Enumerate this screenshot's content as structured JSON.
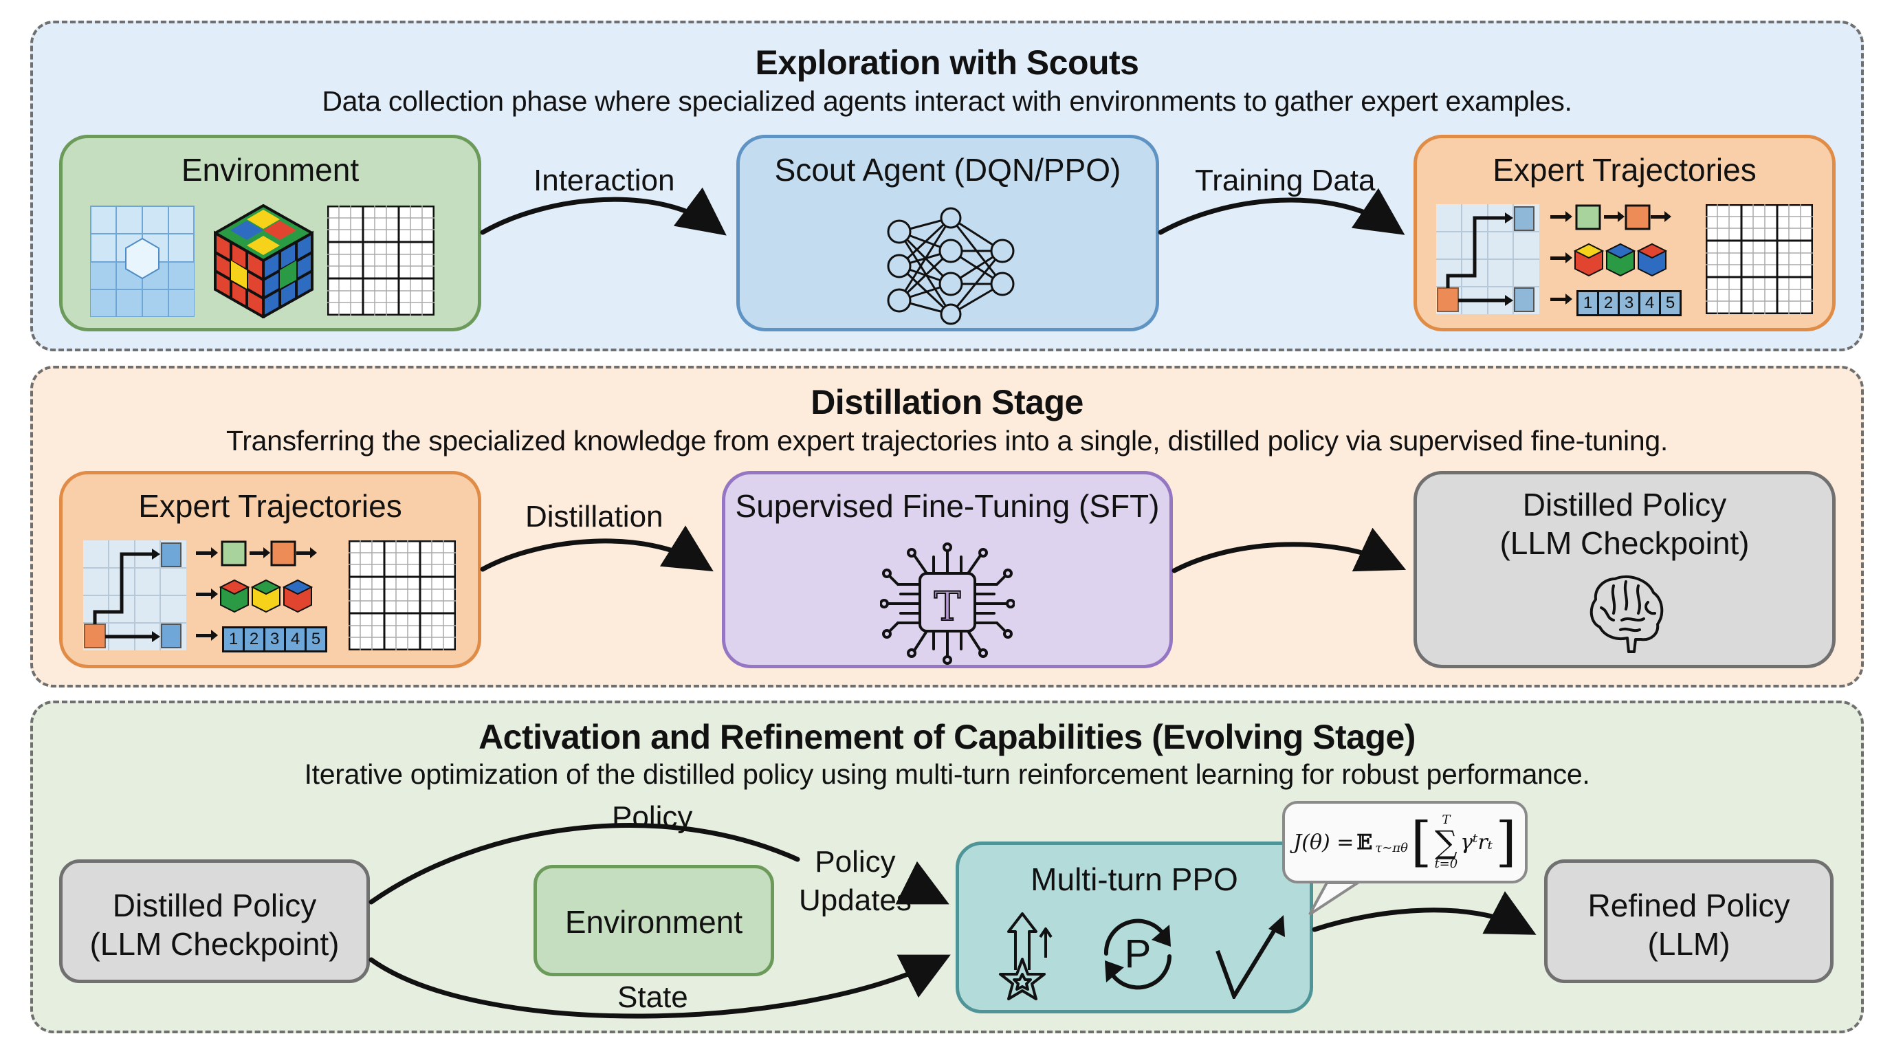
{
  "panels": {
    "exploration": {
      "title": "Exploration with Scouts",
      "subtitle": "Data collection phase where specialized agents interact with environments to gather expert examples.",
      "boxes": {
        "environment": {
          "label": "Environment",
          "icons": [
            "ice-grid-icon",
            "rubiks-cube-icon",
            "sudoku-grid-icon"
          ]
        },
        "scout_agent": {
          "label": "Scout Agent (DQN/PPO)",
          "icon": "neural-network-icon"
        },
        "expert_trajectories": {
          "label": "Expert Trajectories",
          "sequence_numbers": [
            "1",
            "2",
            "3",
            "4",
            "5"
          ]
        }
      },
      "edges": {
        "interaction": "Interaction",
        "training_data": "Training Data"
      }
    },
    "distillation": {
      "title": "Distillation Stage",
      "subtitle": "Transferring the specialized knowledge from expert trajectories into a single, distilled policy via supervised fine-tuning.",
      "boxes": {
        "expert_trajectories": {
          "label": "Expert Trajectories",
          "sequence_numbers": [
            "1",
            "2",
            "3",
            "4",
            "5"
          ]
        },
        "sft": {
          "label": "Supervised Fine-Tuning (SFT)",
          "icon": "chip-icon",
          "chip_letter": "T"
        },
        "distilled_policy": {
          "label_line1": "Distilled Policy",
          "label_line2": "(LLM Checkpoint)",
          "icon": "brain-icon"
        }
      },
      "edges": {
        "distillation": "Distillation"
      }
    },
    "evolving": {
      "title": "Activation and Refinement of Capabilities (Evolving Stage)",
      "subtitle": "Iterative optimization of the distilled policy using multi-turn reinforcement learning for robust performance.",
      "boxes": {
        "distilled_policy": {
          "label_line1": "Distilled Policy",
          "label_line2": "(LLM Checkpoint)"
        },
        "environment": {
          "label": "Environment"
        },
        "ppo": {
          "label": "Multi-turn PPO",
          "icons": [
            "star-upgrade-icon",
            "cycle-p-icon",
            "zigzag-arrow-icon"
          ],
          "cycle_letter": "P"
        },
        "refined_policy": {
          "label_line1": "Refined Policy",
          "label_line2": "(LLM)"
        }
      },
      "edges": {
        "policy": "Policy",
        "policy_updates_line1": "Policy",
        "policy_updates_line2": "Updates",
        "state": "State"
      },
      "formula": {
        "lhs": "J(θ) =",
        "expectation": "𝔼",
        "subscript": "τ∼πθ",
        "sum_upper": "T",
        "sum_lower": "t=0",
        "term": "γᵗrₜ"
      }
    }
  },
  "colors": {
    "panel_blue": "#e1edf8",
    "panel_orange": "#fdebdc",
    "panel_green": "#e5eedf",
    "env_green": "#c6dec0",
    "agent_blue": "#c4dcef",
    "expert_orange": "#f9cfa9",
    "sft_purple": "#ddd3ee",
    "policy_grey": "#dadada",
    "ppo_teal": "#b3dbda"
  }
}
